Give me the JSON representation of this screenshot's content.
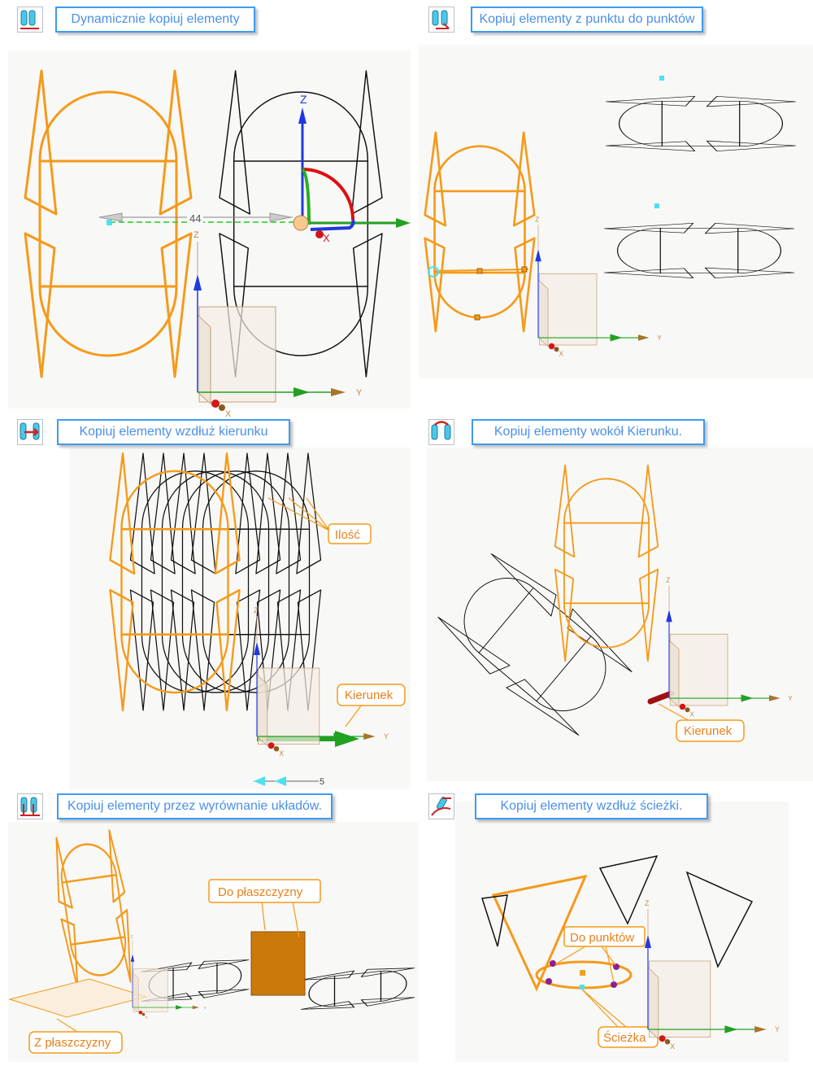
{
  "colors": {
    "accent_orange": "#f59a1a",
    "title_blue": "#4a90e8",
    "title_border": "#3d9bf2",
    "axis_z": "#2038e0",
    "axis_y": "#22a022",
    "axis_x": "#d01818"
  },
  "panels": [
    {
      "title": "Dynamicznie kopiuj elementy",
      "icon": "dynamic-copy-icon",
      "dimension": "44"
    },
    {
      "title": "Kopiuj elementy z punktu do punktów",
      "icon": "copy-point-to-points-icon"
    },
    {
      "title": "Kopiuj elementy wzdłuż kierunku",
      "icon": "copy-along-direction-icon",
      "callouts": [
        "Ilość",
        "Kierunek"
      ],
      "dimension": "5"
    },
    {
      "title": "Kopiuj elementy wokół Kierunku.",
      "icon": "copy-around-direction-icon",
      "callouts": [
        "Kierunek"
      ]
    },
    {
      "title": "Kopiuj elementy przez wyrównanie układów.",
      "icon": "copy-align-frames-icon",
      "callouts": [
        "Do płaszczyzny",
        "Z płaszczyzny"
      ]
    },
    {
      "title": "Kopiuj elementy wzdłuż ścieżki.",
      "icon": "copy-along-path-icon",
      "callouts": [
        "Do punktów",
        "Ścieżka"
      ]
    }
  ],
  "axes": {
    "x": "X",
    "y": "Y",
    "z": "Z"
  }
}
